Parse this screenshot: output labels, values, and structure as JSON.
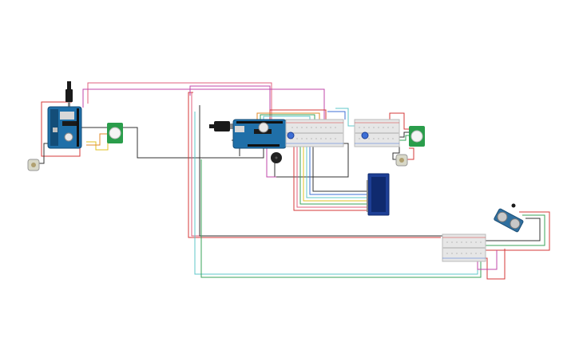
{
  "colors": {
    "background": "#ffffff",
    "arduino_board": "#1f6fa8",
    "arduino_dark": "#134d78",
    "breadboard": "#e6e6e6",
    "lcd_body": "#1d3f96",
    "lcd_screen": "#0f2a6e",
    "pir_board": "#2a9d4b",
    "ultrasonic_board": "#2f6f9f",
    "motor_body": "#d8d8c8",
    "buzzer": "#222222",
    "usb_plug": "#1a1a1a",
    "wire_red": "#d43a3a",
    "wire_pink": "#e0607e",
    "wire_magenta": "#c047a8",
    "wire_black": "#333333",
    "wire_green": "#3aa35a",
    "wire_cyan": "#5fc7c9",
    "wire_yellow": "#e0c020",
    "wire_orange": "#e08a2a",
    "wire_blue": "#3d6fd6",
    "wire_gray": "#888888"
  },
  "components": {
    "arduino_1": "arduino-uno",
    "arduino_2": "arduino-uno",
    "breadboard_1": "half-breadboard",
    "breadboard_2": "half-breadboard",
    "breadboard_3": "half-breadboard",
    "lcd": "lcd-16x2",
    "pir_1": "pir-sensor",
    "pir_2": "pir-sensor",
    "motor_1": "dc-motor",
    "motor_2": "dc-motor",
    "buzzer": "piezo-buzzer",
    "ultrasonic": "ultrasonic-sensor",
    "potentiometer_1": "potentiometer",
    "potentiometer_2": "potentiometer"
  },
  "icons": {
    "usb_plug_1": "usb-plug-icon",
    "usb_plug_2": "usb-plug-icon"
  }
}
